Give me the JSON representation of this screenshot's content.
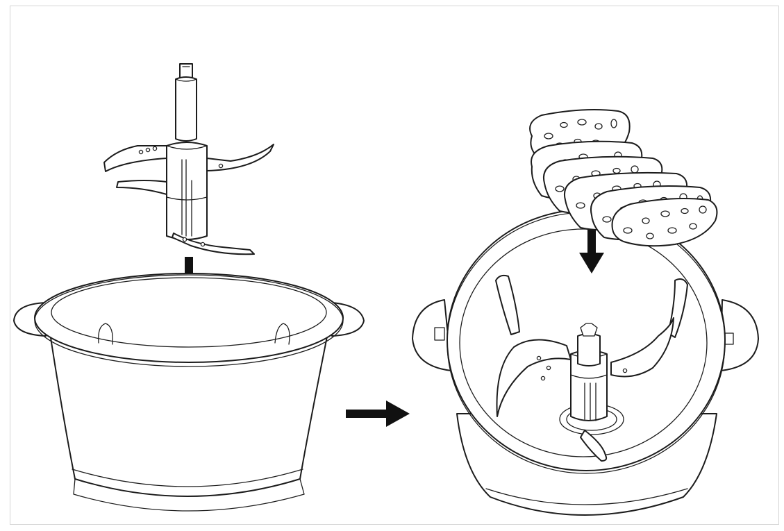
{
  "figure": {
    "steps": [
      {
        "part": "chopping-blade",
        "action": "insert-into-bowl",
        "arrow_direction": "down"
      },
      {
        "part": "bread-slices",
        "action": "add-to-bowl",
        "arrow_direction": "down"
      }
    ],
    "transition_arrow": "right",
    "colors": {
      "line": "#1c1c1c",
      "arrow": "#111111",
      "background": "#ffffff",
      "frame": "#d4d4d4"
    }
  }
}
